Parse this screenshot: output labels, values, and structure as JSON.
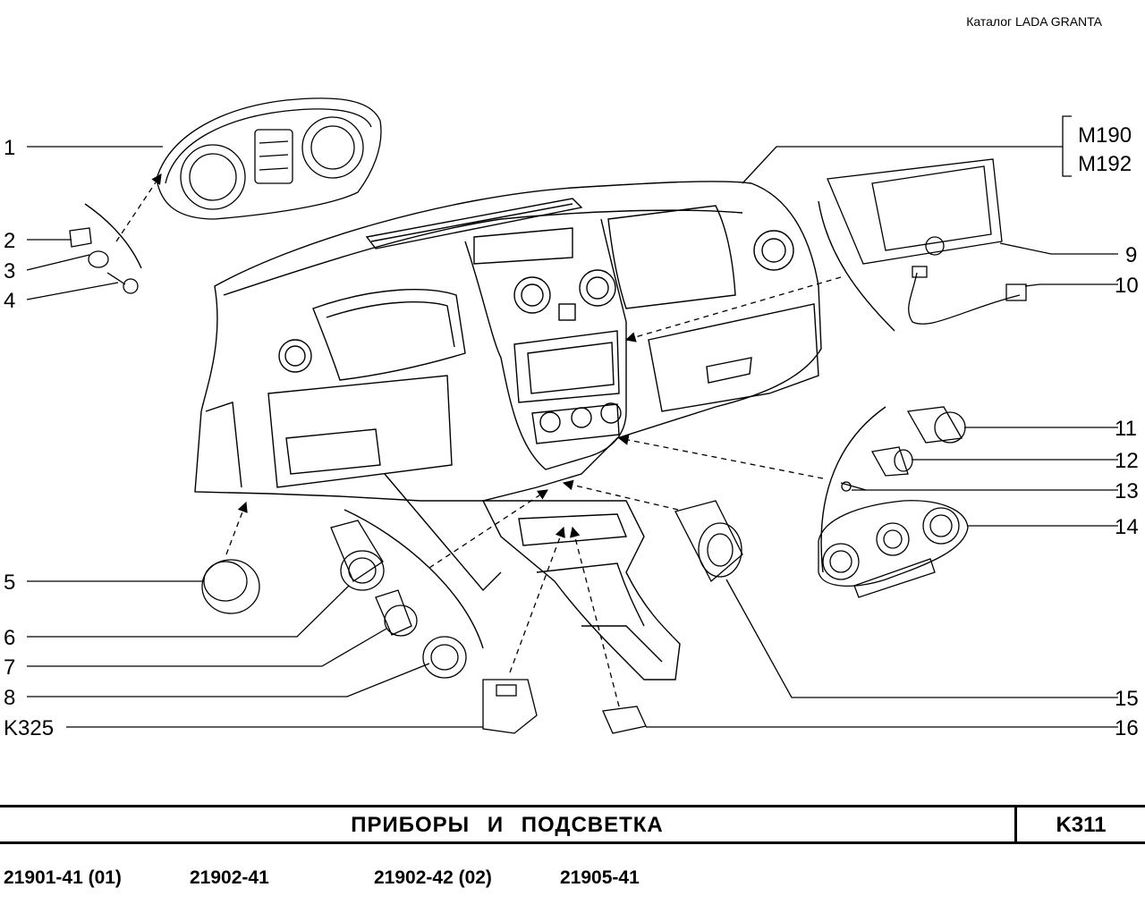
{
  "header": {
    "catalog": "Каталог  LADA  GRANTA"
  },
  "callouts_left": [
    "1",
    "2",
    "3",
    "4",
    "5",
    "6",
    "7",
    "8",
    "K325"
  ],
  "callouts_right": [
    "9",
    "10",
    "11",
    "12",
    "13",
    "14",
    "15",
    "16"
  ],
  "bracket_codes": [
    "M190",
    "M192"
  ],
  "footer": {
    "title": "ПРИБОРЫ   И   ПОДСВЕТКА",
    "code": "K311",
    "models": [
      "21901-41 (01)",
      "21902-41",
      "21902-42 (02)",
      "21905-41"
    ]
  }
}
